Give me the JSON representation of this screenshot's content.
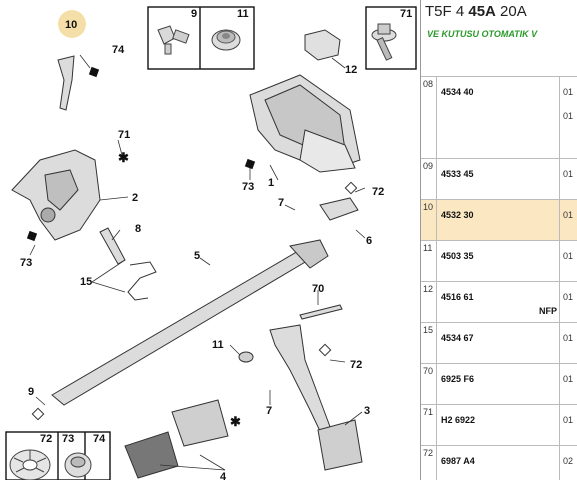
{
  "diagram": {
    "callouts": [
      "10",
      "74",
      "71",
      "2",
      "73",
      "8",
      "15",
      "5",
      "7",
      "72",
      "6",
      "1",
      "73",
      "12",
      "9",
      "11",
      "71",
      "70",
      "11",
      "72",
      "7",
      "3",
      "4",
      "9"
    ],
    "insets": [
      {
        "labels": [
          "9",
          "11"
        ]
      },
      {
        "labels": [
          "71"
        ]
      },
      {
        "labels": [
          "72",
          "73",
          "74"
        ]
      }
    ]
  },
  "panel": {
    "title_prefix": "T5F 4 ",
    "title_bold": "45A",
    "title_suffix": " 20A",
    "subtitle": "VE KUTUSU OTOMATIK V",
    "rows": [
      {
        "num": "08",
        "ref": "4534 40",
        "col": "01",
        "col2": "01",
        "nfp": ""
      },
      {
        "num": "09",
        "ref": "4533 45",
        "col": "01",
        "col2": "",
        "nfp": ""
      },
      {
        "num": "10",
        "ref": "4532 30",
        "col": "01",
        "col2": "",
        "nfp": "",
        "selected": true
      },
      {
        "num": "11",
        "ref": "4503 35",
        "col": "01",
        "col2": "",
        "nfp": ""
      },
      {
        "num": "12",
        "ref": "4516 61",
        "col": "01",
        "col2": "",
        "nfp": "NFP"
      },
      {
        "num": "15",
        "ref": "4534 67",
        "col": "01",
        "col2": "",
        "nfp": ""
      },
      {
        "num": "70",
        "ref": "6925 F6",
        "col": "01",
        "col2": "",
        "nfp": ""
      },
      {
        "num": "71",
        "ref": "H2 6922",
        "col": "01",
        "col2": "",
        "nfp": ""
      },
      {
        "num": "72",
        "ref": "6987 A4",
        "col": "02",
        "col2": "",
        "nfp": ""
      }
    ]
  }
}
